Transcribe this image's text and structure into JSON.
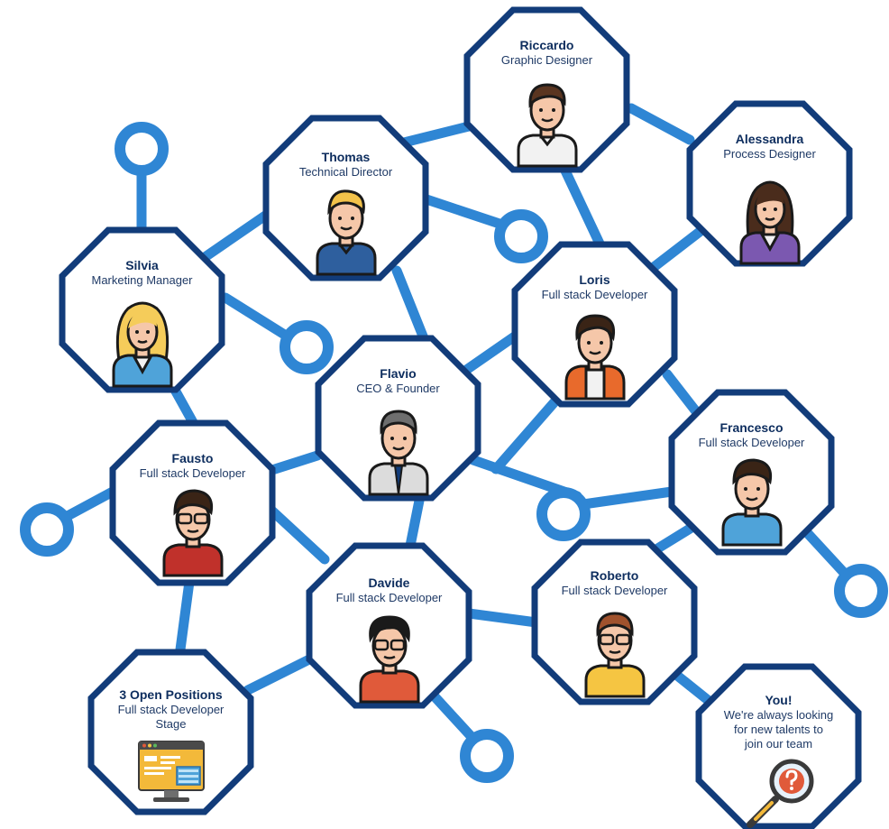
{
  "people": {
    "riccardo": {
      "name": "Riccardo",
      "role": "Graphic Designer"
    },
    "thomas": {
      "name": "Thomas",
      "role": "Technical Director"
    },
    "alessandra": {
      "name": "Alessandra",
      "role": "Process Designer"
    },
    "silvia": {
      "name": "Silvia",
      "role": "Marketing Manager"
    },
    "loris": {
      "name": "Loris",
      "role": "Full stack Developer"
    },
    "flavio": {
      "name": "Flavio",
      "role": "CEO & Founder"
    },
    "francesco": {
      "name": "Francesco",
      "role": "Full stack Developer"
    },
    "fausto": {
      "name": "Fausto",
      "role": "Full stack Developer"
    },
    "davide": {
      "name": "Davide",
      "role": "Full stack Developer"
    },
    "roberto": {
      "name": "Roberto",
      "role": "Full stack Developer"
    }
  },
  "open_positions": {
    "title": "3 Open Positions",
    "line1": "Full stack Developer",
    "line2": "Stage"
  },
  "you": {
    "title": "You!",
    "line1": "We're always looking",
    "line2": "for new talents to",
    "line3": "join our team"
  },
  "colors": {
    "frame": "#123c7a",
    "connector": "#2f86d4",
    "bg": "#ffffff"
  }
}
